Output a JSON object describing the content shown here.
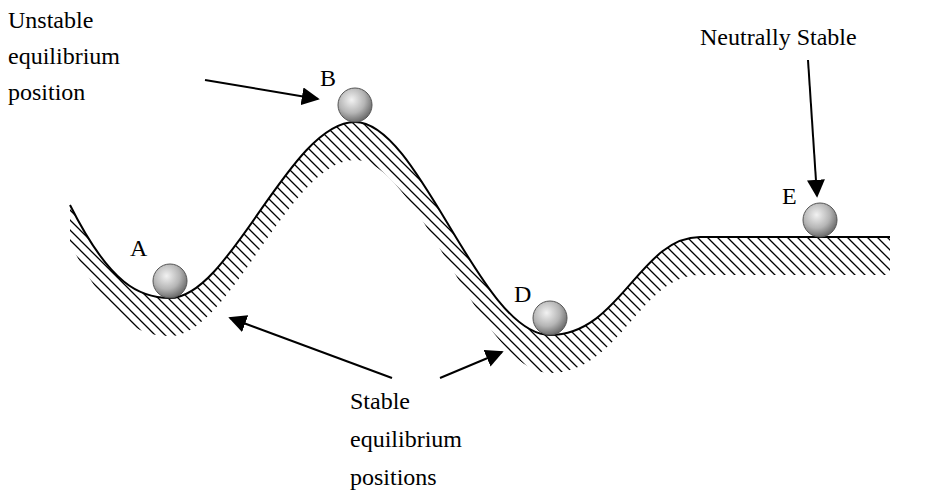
{
  "diagram": {
    "labels": [
      "Unstable equilibrium position",
      "B",
      "Neutrally Stable",
      "E",
      "A",
      "D",
      "Stable equilibrium positions"
    ]
  }
}
